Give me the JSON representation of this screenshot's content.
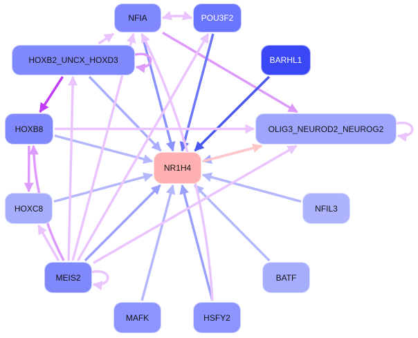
{
  "title": "Regulatory network around NR1H4",
  "nodes": [
    {
      "id": "NFIA",
      "label": "NFIA",
      "color": "#8088ff",
      "text": "dark"
    },
    {
      "id": "POU3F2",
      "label": "POU3F2",
      "color": "#6b76ff",
      "text": "light"
    },
    {
      "id": "HOXB2_UNCX_HOXD3",
      "label": "HOXB2_UNCX_HOXD3",
      "color": "#7f89fc",
      "text": "dark"
    },
    {
      "id": "BARHL1",
      "label": "BARHL1",
      "color": "#3a47f5",
      "text": "light"
    },
    {
      "id": "HOXB8",
      "label": "HOXB8",
      "color": "#7f89fc",
      "text": "dark"
    },
    {
      "id": "OLIG3_NEUROD2_NEUROG2",
      "label": "OLIG3_NEUROD2_NEUROG2",
      "color": "#9ea5fd",
      "text": "dark"
    },
    {
      "id": "NR1H4",
      "label": "NR1H4",
      "color": "#ffb0b0",
      "text": "dark"
    },
    {
      "id": "HOXC8",
      "label": "HOXC8",
      "color": "#a7adfd",
      "text": "dark"
    },
    {
      "id": "NFIL3",
      "label": "NFIL3",
      "color": "#adb3fd",
      "text": "dark"
    },
    {
      "id": "MEIS2",
      "label": "MEIS2",
      "color": "#7f89fc",
      "text": "dark"
    },
    {
      "id": "BATF",
      "label": "BATF",
      "color": "#a7adfd",
      "text": "dark"
    },
    {
      "id": "MAFK",
      "label": "MAFK",
      "color": "#8c95fd",
      "text": "dark"
    },
    {
      "id": "HSFY2",
      "label": "HSFY2",
      "color": "#8c95fd",
      "text": "dark"
    }
  ],
  "edges": [
    {
      "from": "NFIA",
      "to": "POU3F2",
      "color": "#eac4ff"
    },
    {
      "from": "POU3F2",
      "to": "NFIA",
      "color": "#eac4ff"
    },
    {
      "from": "NFIA",
      "to": "NR1H4",
      "color": "#8a93fd"
    },
    {
      "from": "NFIA",
      "to": "OLIG3_NEUROD2_NEUROG2",
      "color": "#dd99fb"
    },
    {
      "from": "POU3F2",
      "to": "NR1H4",
      "color": "#6b76f8"
    },
    {
      "from": "BARHL1",
      "to": "NR1H4",
      "color": "#4a56f2"
    },
    {
      "from": "HOXB2_UNCX_HOXD3",
      "to": "NFIA",
      "color": "#eac4ff"
    },
    {
      "from": "HOXB2_UNCX_HOXD3",
      "to": "HOXB2_UNCX_HOXD3",
      "color": "#dd99fb"
    },
    {
      "from": "HOXB2_UNCX_HOXD3",
      "to": "HOXB8",
      "color": "#c23cf5"
    },
    {
      "from": "HOXB2_UNCX_HOXD3",
      "to": "NR1H4",
      "color": "#a8aefd"
    },
    {
      "from": "HOXB8",
      "to": "OLIG3_NEUROD2_NEUROG2",
      "color": "#eac4ff"
    },
    {
      "from": "HOXB8",
      "to": "NR1H4",
      "color": "#b3b8fd"
    },
    {
      "from": "HOXB8",
      "to": "HOXC8",
      "color": "#dd99fb"
    },
    {
      "from": "OLIG3_NEUROD2_NEUROG2",
      "to": "OLIG3_NEUROD2_NEUROG2",
      "color": "#eac4ff"
    },
    {
      "from": "OLIG3_NEUROD2_NEUROG2",
      "to": "NR1H4",
      "color": "#a8aefd"
    },
    {
      "from": "NR1H4",
      "to": "OLIG3_NEUROD2_NEUROG2",
      "color": "#ffc8c8"
    },
    {
      "from": "HOXC8",
      "to": "NR1H4",
      "color": "#b3b8fd"
    },
    {
      "from": "NFIL3",
      "to": "NR1H4",
      "color": "#b3b8fd"
    },
    {
      "from": "BATF",
      "to": "NR1H4",
      "color": "#b3b8fd"
    },
    {
      "from": "MAFK",
      "to": "NR1H4",
      "color": "#b3b8fd"
    },
    {
      "from": "HSFY2",
      "to": "NR1H4",
      "color": "#9aa1fd"
    },
    {
      "from": "HSFY2",
      "to": "NFIA",
      "color": "#eac4ff"
    },
    {
      "from": "MEIS2",
      "to": "MEIS2",
      "color": "#eac4ff"
    },
    {
      "from": "MEIS2",
      "to": "HOXC8",
      "color": "#eac4ff"
    },
    {
      "from": "MEIS2",
      "to": "HOXB8",
      "color": "#dd99fb"
    },
    {
      "from": "MEIS2",
      "to": "HOXB2_UNCX_HOXD3",
      "color": "#eac4ff"
    },
    {
      "from": "MEIS2",
      "to": "NFIA",
      "color": "#eac4ff"
    },
    {
      "from": "MEIS2",
      "to": "POU3F2",
      "color": "#eac4ff"
    },
    {
      "from": "MEIS2",
      "to": "NR1H4",
      "color": "#9aa1fd"
    },
    {
      "from": "MEIS2",
      "to": "OLIG3_NEUROD2_NEUROG2",
      "color": "#eac4ff"
    }
  ]
}
